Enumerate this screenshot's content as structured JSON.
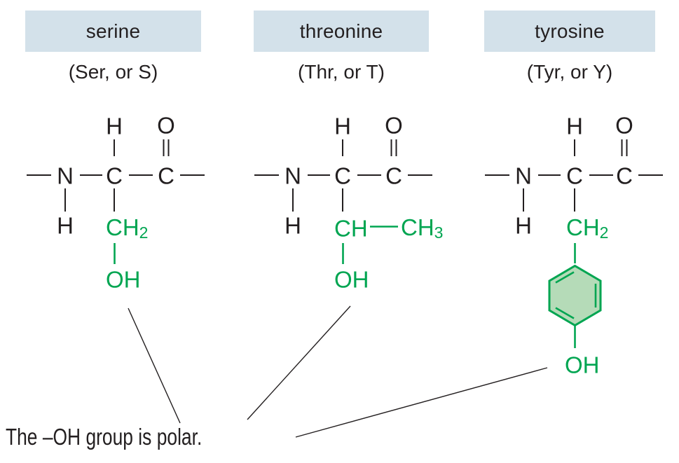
{
  "colors": {
    "header-bg": "#d3e1ea",
    "ink": "#231f20",
    "green": "#00a551",
    "ring-fill": "#b5dbb8"
  },
  "caption": "The –OH group is polar.",
  "columns": [
    {
      "name": "serine",
      "abbrev": "(Ser, or S)",
      "atoms": {
        "h_top": "H",
        "o_carbonyl": "O",
        "n": "N",
        "c_alpha": "C",
        "c_carbonyl": "C",
        "h_amine": "H"
      },
      "side_chain": {
        "beta": "CH",
        "beta_sub": "2",
        "hydroxyl": "OH"
      }
    },
    {
      "name": "threonine",
      "abbrev": "(Thr, or T)",
      "atoms": {
        "h_top": "H",
        "o_carbonyl": "O",
        "n": "N",
        "c_alpha": "C",
        "c_carbonyl": "C",
        "h_amine": "H"
      },
      "side_chain": {
        "beta": "CH",
        "methyl": "CH",
        "methyl_sub": "3",
        "hydroxyl": "OH"
      }
    },
    {
      "name": "tyrosine",
      "abbrev": "(Tyr, or Y)",
      "atoms": {
        "h_top": "H",
        "o_carbonyl": "O",
        "n": "N",
        "c_alpha": "C",
        "c_carbonyl": "C",
        "h_amine": "H"
      },
      "side_chain": {
        "beta": "CH",
        "beta_sub": "2",
        "hydroxyl": "OH"
      }
    }
  ]
}
